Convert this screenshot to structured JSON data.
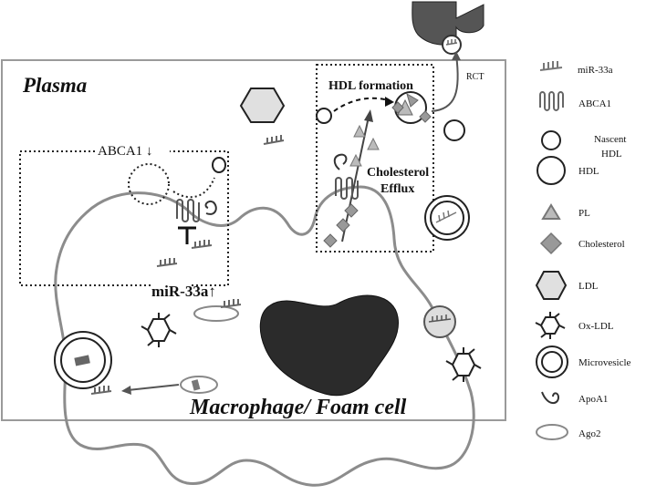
{
  "labels": {
    "plasma": "Plasma",
    "macrophage": "Macrophage/ Foam cell",
    "hdl_formation": "HDL formation",
    "cholesterol": "Cholesterol",
    "efflux": "Efflux",
    "abca1_down": "ABCA1 ↓",
    "mir33a_up": "miR-33a↑",
    "rct": "RCT"
  },
  "legend": [
    {
      "icon": "mir33a-icon",
      "label": "miR-33a"
    },
    {
      "icon": "abca1-icon",
      "label": "ABCA1"
    },
    {
      "icon": "nascent-hdl-icon",
      "label": "Nascent",
      "label2": "HDL"
    },
    {
      "icon": "hdl-icon",
      "label": "HDL"
    },
    {
      "icon": "pl-icon",
      "label": "PL"
    },
    {
      "icon": "cholesterol-icon",
      "label": "Cholesterol"
    },
    {
      "icon": "ldl-icon",
      "label": "LDL"
    },
    {
      "icon": "ox-ldl-icon",
      "label": "Ox-LDL"
    },
    {
      "icon": "microvesicle-icon",
      "label": "Microvesicle"
    },
    {
      "icon": "apoa1-icon",
      "label": "ApoA1"
    },
    {
      "icon": "ago2-icon",
      "label": "Ago2"
    }
  ],
  "colors": {
    "cell_outline": "#8c8c8c",
    "nucleus": "#2b2b2b",
    "liver": "#555555",
    "icon_gray": "#7a7a7a",
    "diamond_gray": "#8f8f8f",
    "hexagon_fill": "#e0e0e0"
  }
}
